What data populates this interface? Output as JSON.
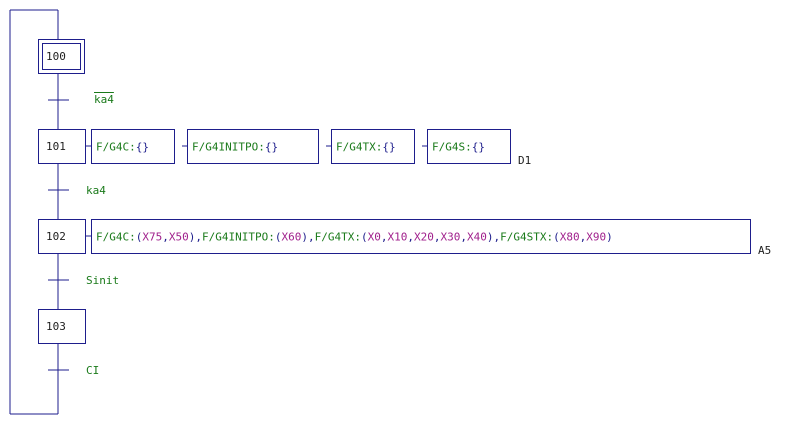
{
  "steps": [
    {
      "id": "100",
      "initial": true
    },
    {
      "id": "101",
      "initial": false
    },
    {
      "id": "102",
      "initial": false
    },
    {
      "id": "103",
      "initial": false
    }
  ],
  "transitions": [
    {
      "label": "ka4",
      "negated": true
    },
    {
      "label": "ka4",
      "negated": false
    },
    {
      "label": "Sinit",
      "negated": false
    },
    {
      "label": "CI",
      "negated": false
    }
  ],
  "actions_101": [
    {
      "name": "F/G4C:",
      "args": "{}"
    },
    {
      "name": "F/G4INITPO:",
      "args": "{}"
    },
    {
      "name": "F/G4TX:",
      "args": "{}"
    },
    {
      "name": "F/G4S:",
      "args": "{}"
    }
  ],
  "qualifier_101": "D1",
  "action_102": {
    "parts": [
      {
        "t": "F/G4C:",
        "c": "g"
      },
      {
        "t": "(",
        "c": "b"
      },
      {
        "t": "X75",
        "c": "m"
      },
      {
        "t": ",",
        "c": "b"
      },
      {
        "t": "X50",
        "c": "m"
      },
      {
        "t": ")",
        "c": "b"
      },
      {
        "t": ",",
        "c": "b"
      },
      {
        "t": "F/G4INITPO:",
        "c": "g"
      },
      {
        "t": "(",
        "c": "b"
      },
      {
        "t": "X60",
        "c": "m"
      },
      {
        "t": ")",
        "c": "b"
      },
      {
        "t": ",",
        "c": "b"
      },
      {
        "t": "F/G4TX:",
        "c": "g"
      },
      {
        "t": "(",
        "c": "b"
      },
      {
        "t": "X0",
        "c": "m"
      },
      {
        "t": ",",
        "c": "b"
      },
      {
        "t": "X10",
        "c": "m"
      },
      {
        "t": ",",
        "c": "b"
      },
      {
        "t": "X20",
        "c": "m"
      },
      {
        "t": ",",
        "c": "b"
      },
      {
        "t": "X30",
        "c": "m"
      },
      {
        "t": ",",
        "c": "b"
      },
      {
        "t": "X40",
        "c": "m"
      },
      {
        "t": ")",
        "c": "b"
      },
      {
        "t": ",",
        "c": "b"
      },
      {
        "t": "F/G4STX:",
        "c": "g"
      },
      {
        "t": "(",
        "c": "b"
      },
      {
        "t": "X80",
        "c": "m"
      },
      {
        "t": ",",
        "c": "b"
      },
      {
        "t": "X90",
        "c": "m"
      },
      {
        "t": ")",
        "c": "b"
      }
    ]
  },
  "qualifier_102": "A5",
  "colors": {
    "line": "#1e1e8c",
    "transition_text": "#1a7a1a",
    "variable_text": "#a0208c"
  }
}
